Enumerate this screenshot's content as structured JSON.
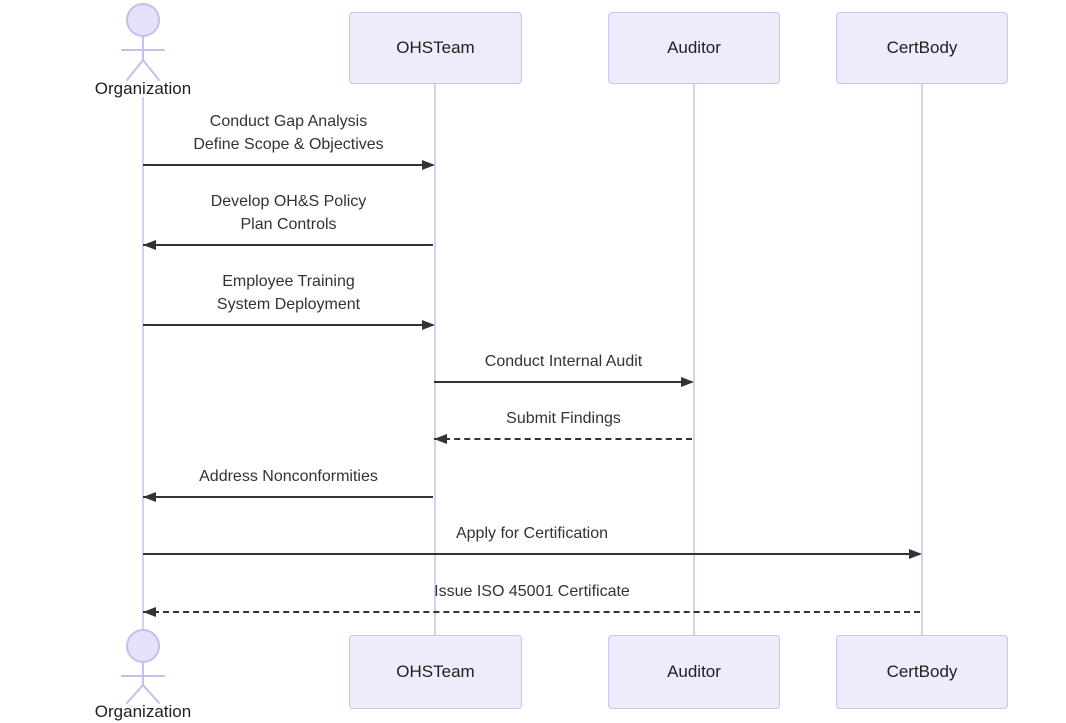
{
  "diagram": {
    "type": "sequence-diagram",
    "title": "",
    "actors": [
      {
        "id": "organization",
        "label": "Organization",
        "kind": "actor"
      },
      {
        "id": "ohsteam",
        "label": "OHSTeam",
        "kind": "participant"
      },
      {
        "id": "auditor",
        "label": "Auditor",
        "kind": "participant"
      },
      {
        "id": "certbody",
        "label": "CertBody",
        "kind": "participant"
      }
    ],
    "messages": [
      {
        "from": "Organization",
        "to": "OHSTeam",
        "arrow": "solid",
        "direction": "right",
        "lines": [
          "Conduct Gap Analysis",
          "Define Scope & Objectives"
        ]
      },
      {
        "from": "OHSTeam",
        "to": "Organization",
        "arrow": "solid",
        "direction": "left",
        "lines": [
          "Develop OH&S Policy",
          "Plan Controls"
        ]
      },
      {
        "from": "Organization",
        "to": "OHSTeam",
        "arrow": "solid",
        "direction": "right",
        "lines": [
          "Employee Training",
          "System Deployment"
        ]
      },
      {
        "from": "OHSTeam",
        "to": "Auditor",
        "arrow": "solid",
        "direction": "right",
        "lines": [
          "Conduct Internal Audit"
        ]
      },
      {
        "from": "Auditor",
        "to": "OHSTeam",
        "arrow": "dashed",
        "direction": "left",
        "lines": [
          "Submit Findings"
        ]
      },
      {
        "from": "OHSTeam",
        "to": "Organization",
        "arrow": "solid",
        "direction": "left",
        "lines": [
          "Address Nonconformities"
        ]
      },
      {
        "from": "Organization",
        "to": "CertBody",
        "arrow": "solid",
        "direction": "right",
        "lines": [
          "Apply for Certification"
        ]
      },
      {
        "from": "CertBody",
        "to": "Organization",
        "arrow": "dashed",
        "direction": "left",
        "lines": [
          "Issue ISO 45001 Certificate"
        ]
      }
    ],
    "colors": {
      "participant_fill": "#ECECFA",
      "participant_border": "#C8C4EC",
      "lifeline": "#D8D0F0",
      "actor_figure_stroke": "#C9BCEE",
      "actor_head_fill": "#E6E0F8",
      "arrow": "#333333",
      "text": "#333333",
      "background": "#FFFFFF"
    }
  }
}
